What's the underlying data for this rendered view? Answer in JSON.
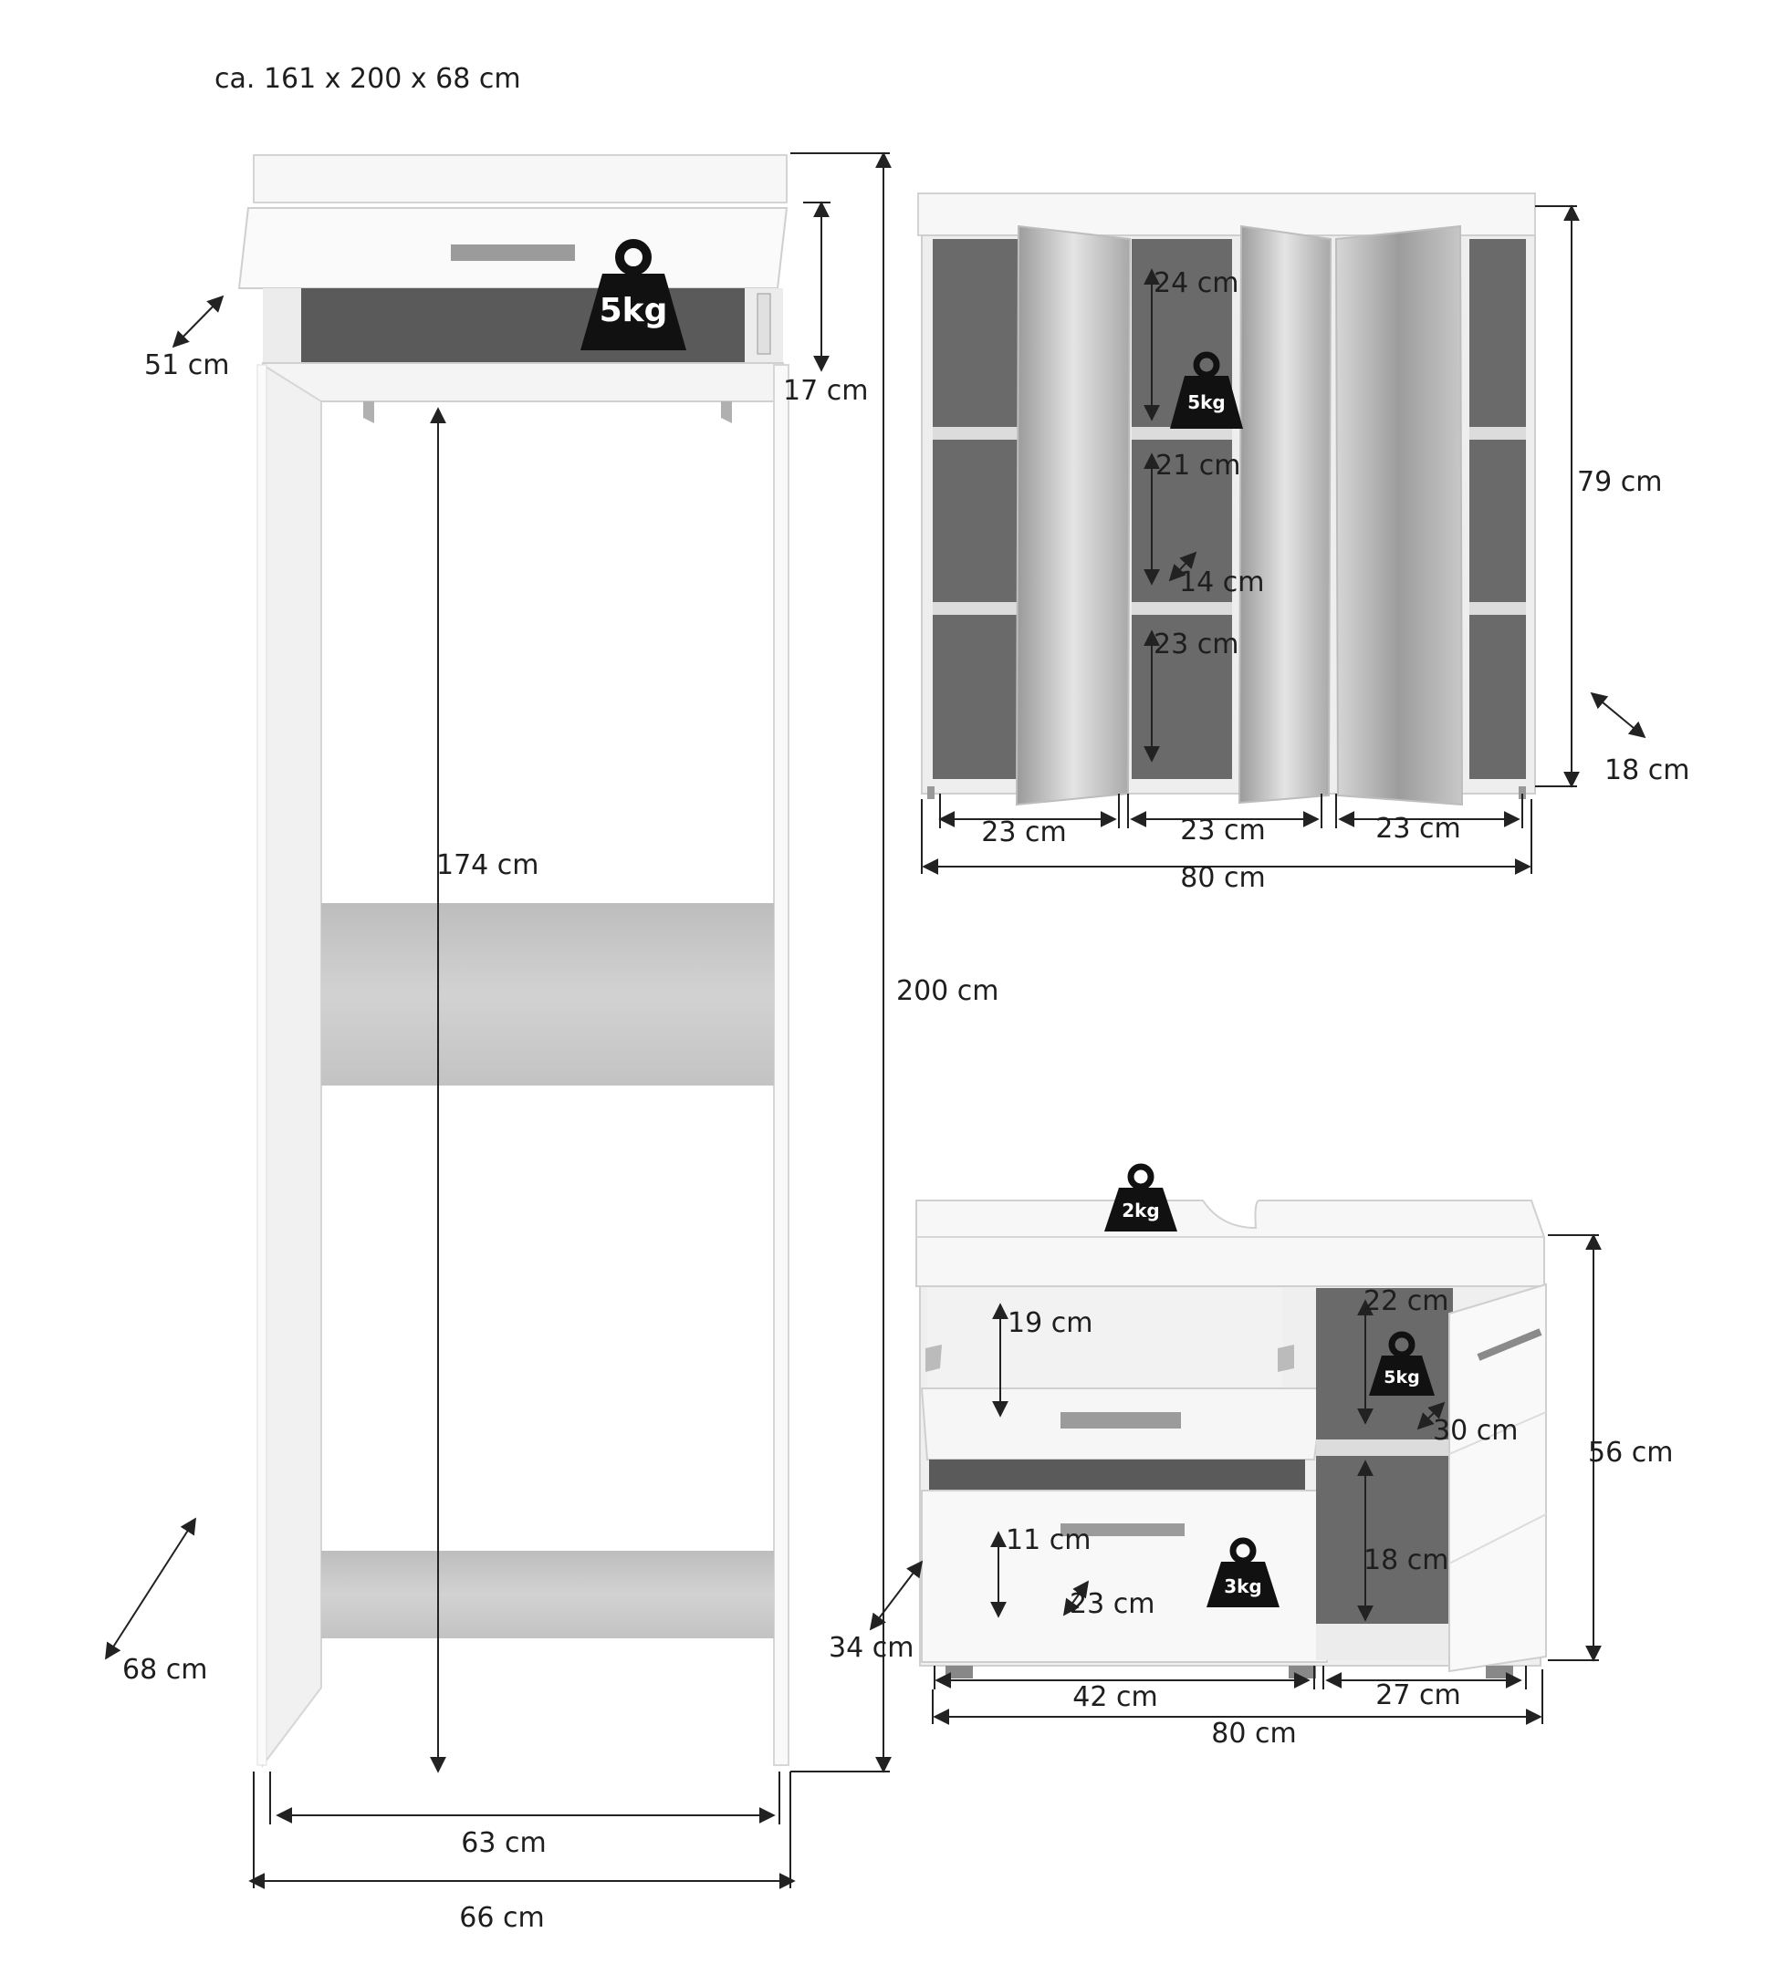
{
  "title": "ca. 161 x 200 x 68 cm",
  "colors": {
    "panel": "#f7f7f7",
    "edge": "#cfcfcf",
    "interior": "#5e5e5e",
    "mirror": "#b8b8b8",
    "dimension_line": "#222222",
    "weight_icon": "#111111"
  },
  "wardrobe": {
    "dims": {
      "depth_top": "51 cm",
      "shelf_height": "17 cm",
      "inner_height": "174 cm",
      "total_height": "200 cm",
      "depth": "68 cm",
      "inner_width": "63 cm",
      "width": "66 cm"
    },
    "weight": "5kg"
  },
  "mirror_cabinet": {
    "dims": {
      "compartment_1": "24 cm",
      "compartment_2": "21 cm",
      "shelf_depth": "14 cm",
      "compartment_3": "23 cm",
      "height": "79 cm",
      "depth": "18 cm",
      "section_left": "23 cm",
      "section_middle": "23 cm",
      "section_right": "23 cm",
      "width": "80 cm"
    },
    "weight": "5kg"
  },
  "vanity": {
    "dims": {
      "open_drawer_height": "19 cm",
      "top_compartment": "22 cm",
      "shelf_depth": "30 cm",
      "height": "56 cm",
      "drawer_inner_height": "11 cm",
      "bottom_compartment": "18 cm",
      "drawer_depth": "23 cm",
      "depth": "34 cm",
      "drawer_width": "42 cm",
      "door_width": "27 cm",
      "width": "80 cm"
    },
    "weight_top": "2kg",
    "weight_shelf": "5kg",
    "weight_drawer": "3kg"
  }
}
